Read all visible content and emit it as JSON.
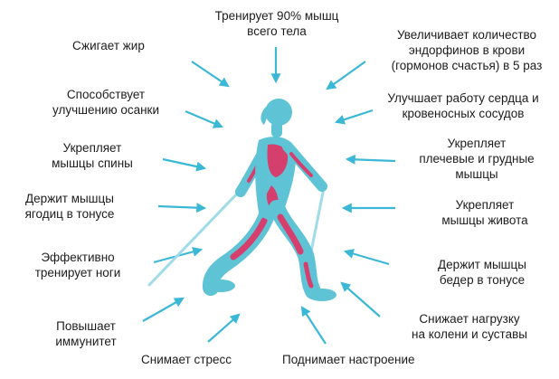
{
  "colors": {
    "arrow": "#3bb8d6",
    "body": "#5fc3d6",
    "muscle": "#d43f6e",
    "pole": "#9fdbe8",
    "text": "#1c1c1c"
  },
  "labels": {
    "top": "Тренирует 90% мышц\nвсего тела",
    "burns_fat": "Сжигает жир",
    "endorphins": "Увеличивает количество\nэндорфинов в крови\n(гормонов счастья) в 5 раз",
    "posture": "Способствует\nулучшению осанки",
    "heart": "Улучшает работу сердца и\nкровеносных сосудов",
    "back": "Укрепляет\nмышцы спины",
    "shoulders": "Укрепляет\nплечевые и грудные\nмышцы",
    "glutes": "Держит мышцы\nягодиц в тонусе",
    "abs": "Укрепляет\nмышцы живота",
    "legs": "Эффективно\nтренирует ноги",
    "thighs": "Держит мышцы\nбедер в тонусе",
    "immunity": "Повышает\nиммунитет",
    "joints": "Снижает нагрузку\nна колени и суставы",
    "stress": "Снимает стресс",
    "mood": "Поднимает настроение"
  }
}
